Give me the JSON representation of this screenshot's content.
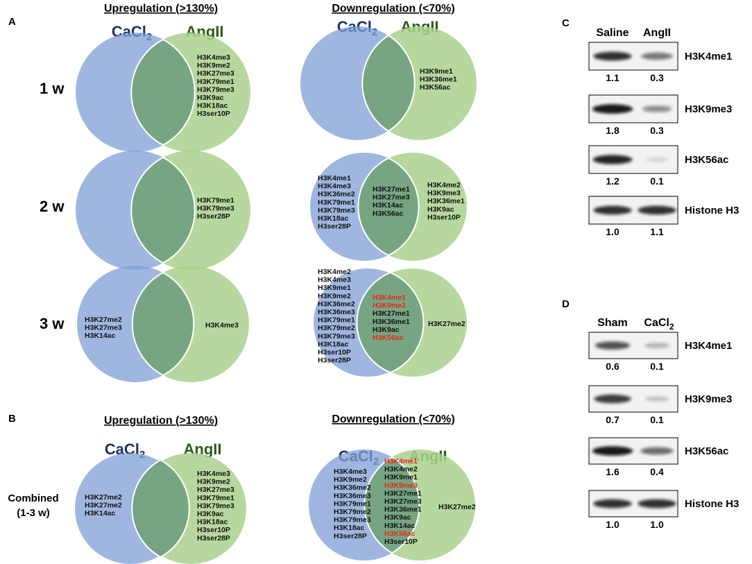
{
  "panels": {
    "a": "A",
    "b": "B",
    "c": "C",
    "d": "D"
  },
  "titles": {
    "up": "Upregulation (>130%)",
    "down": "Downregulation (<70%)"
  },
  "labels": {
    "cacl2_base": "CaCl",
    "cacl2_sub": "2",
    "angii": "AngII"
  },
  "rows": {
    "w1": "1 w",
    "w2": "2 w",
    "w3": "3 w",
    "combined_1": "Combined",
    "combined_2": "(1-3 w)"
  },
  "colors": {
    "cacl2_circle": "#7f9fd6",
    "angii_circle": "#a9d18e",
    "overlap": "#6f9e7e",
    "highlight": "#e8261c",
    "cacl2_label": "#1f3164",
    "angii_label": "#2e5b1a"
  },
  "venns": {
    "up_1w": {
      "left": [],
      "overlap": [],
      "right": [
        "H3K4me3",
        "H3K9me2",
        "H3K27me3",
        "H3K79me1",
        "H3K79me3",
        "H3K9ac",
        "H3K18ac",
        "H3ser10P"
      ]
    },
    "down_1w": {
      "left": [],
      "overlap": [],
      "right": [
        "H3K9me1",
        "H3K36me1",
        "H3K56ac"
      ]
    },
    "up_2w": {
      "left": [],
      "overlap": [],
      "right": [
        "H3K79me1",
        "H3K79me3",
        "H3ser28P"
      ]
    },
    "down_2w": {
      "left": [
        "H3K4me1",
        "H3K4me3",
        "H3K36me2",
        "H3K79me1",
        "H3K79me3",
        "H3K18ac",
        "H3ser28P"
      ],
      "overlap": [
        "H3K27me1",
        "H3K27me3",
        "H3K14ac",
        "H3K56ac"
      ],
      "right": [
        "H3K4me2",
        "H3K9me3",
        "H3K36me1",
        "H3K9ac",
        "H3ser10P"
      ]
    },
    "up_3w": {
      "left": [
        "H3K27me2",
        "H3K27me3",
        "H3K14ac"
      ],
      "overlap": [],
      "right": [
        "H3K4me3"
      ]
    },
    "down_3w": {
      "left": [
        "H3K4me2",
        "H3K4me3",
        "H3K9me1",
        "H3K9me2",
        "H3K36me2",
        "H3K36me3",
        "H3K79me1",
        "H3K79me2",
        "H3K79me3",
        "H3K18ac",
        "H3ser10P",
        "H3ser28P"
      ],
      "overlap": [
        "H3K4me1",
        "H3K9me3",
        "H3K27me1",
        "H3K36me1",
        "H3K9ac",
        "H3K56ac"
      ],
      "overlap_red": [
        "H3K4me1",
        "H3K9me3",
        "H3K56ac"
      ],
      "right": [
        "H3K27me2"
      ]
    },
    "up_comb": {
      "left": [
        "H3K27me2",
        "H3K27me2",
        "H3K14ac"
      ],
      "overlap": [],
      "right": [
        "H3K4me3",
        "H3K9me2",
        "H3K27me3",
        "H3K79me1",
        "H3K79me3",
        "H3K9ac",
        "H3K18ac",
        "H3ser10P",
        "H3ser28P"
      ]
    },
    "down_comb": {
      "left": [
        "H3K4me3",
        "H3K9me2",
        "H3K36me2",
        "H3K36me3",
        "H3K79me1",
        "H3K79me2",
        "H3K79me3",
        "H3K18ac",
        "H3ser28P"
      ],
      "overlap": [
        "H3K4me1",
        "H3K4me2",
        "H3K9me1",
        "H3K9me3",
        "H3K27me1",
        "H3K27me3",
        "H3K36me1",
        "H3K9ac",
        "H3K14ac",
        "H3K56ac",
        "H3ser10P"
      ],
      "overlap_red": [
        "H3K4me1",
        "H3K9me3",
        "H3K56ac"
      ],
      "right": [
        "H3K27me2"
      ]
    }
  },
  "blot_c": {
    "col1": "Saline",
    "col2": "AngII",
    "rows": [
      {
        "name": "H3K4me1",
        "v1": "1.1",
        "v2": "0.3",
        "b1": 0.85,
        "b2": 0.55
      },
      {
        "name": "H3K9me3",
        "v1": "1.8",
        "v2": "0.3",
        "b1": 0.95,
        "b2": 0.45
      },
      {
        "name": "H3K56ac",
        "v1": "1.2",
        "v2": "0.1",
        "b1": 0.9,
        "b2": 0.12
      },
      {
        "name": "Histone H3",
        "v1": "1.0",
        "v2": "1.1",
        "b1": 0.85,
        "b2": 0.85
      }
    ]
  },
  "blot_d": {
    "col1": "Sham",
    "col2_base": "CaCl",
    "col2_sub": "2",
    "rows": [
      {
        "name": "H3K4me1",
        "v1": "0.6",
        "v2": "0.1",
        "b1": 0.7,
        "b2": 0.25
      },
      {
        "name": "H3K9me3",
        "v1": "0.7",
        "v2": "0.1",
        "b1": 0.8,
        "b2": 0.2
      },
      {
        "name": "H3K56ac",
        "v1": "1.6",
        "v2": "0.4",
        "b1": 0.95,
        "b2": 0.6
      },
      {
        "name": "Histone H3",
        "v1": "1.0",
        "v2": "1.0",
        "b1": 0.85,
        "b2": 0.85
      }
    ]
  }
}
